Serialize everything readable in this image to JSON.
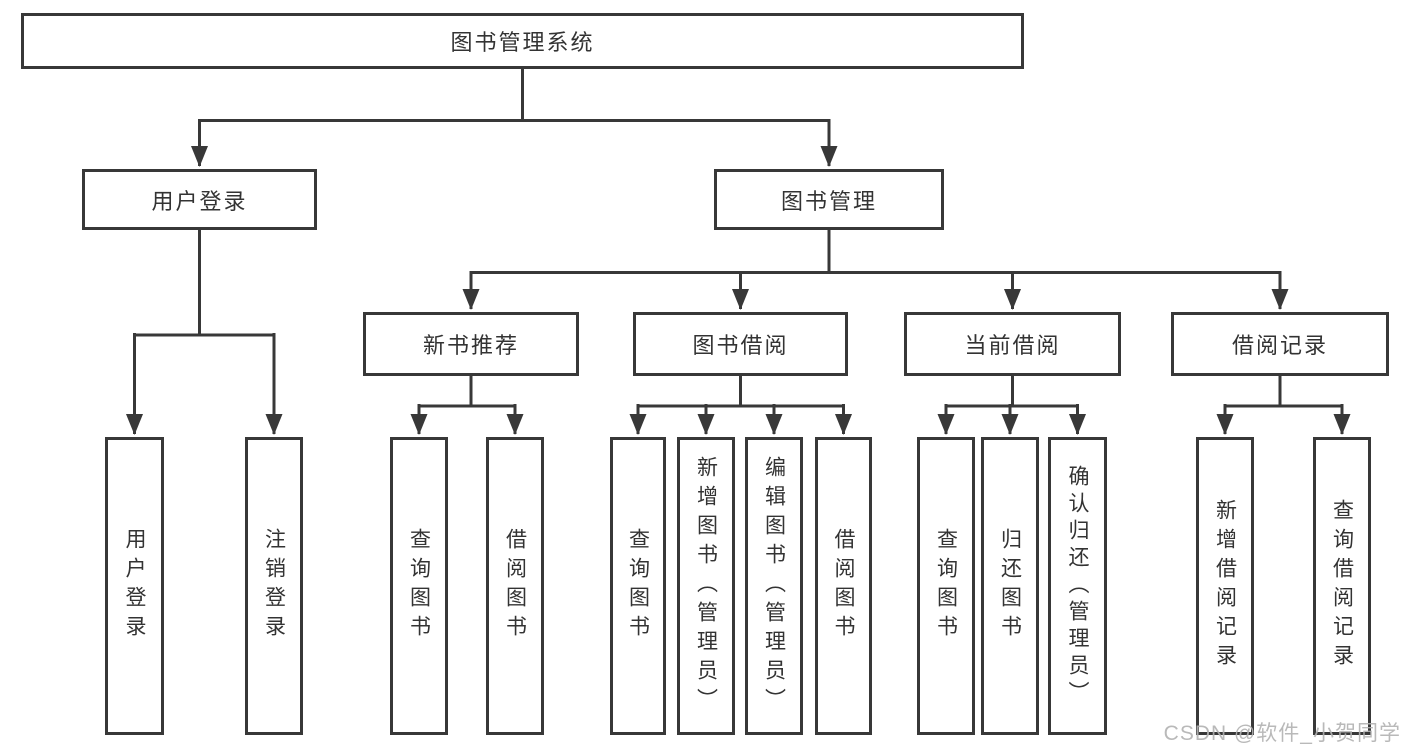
{
  "diagram": {
    "title": "图书管理系统",
    "level2": {
      "login": "用户登录",
      "management": "图书管理"
    },
    "level3": {
      "recommend": "新书推荐",
      "borrow": "图书借阅",
      "current": "当前借阅",
      "records": "借阅记录"
    },
    "leaves": {
      "login": [
        "用户登录",
        "注销登录"
      ],
      "recommend": [
        "查询图书",
        "借阅图书"
      ],
      "borrow": [
        "查询图书",
        "新增图书（管理员）",
        "编辑图书（管理员）",
        "借阅图书"
      ],
      "current": [
        "查询图书",
        "归还图书",
        "确认归还（管理员）"
      ],
      "records": [
        "新增借阅记录",
        "查询借阅记录"
      ]
    }
  },
  "watermark": "CSDN @软件_小贺同学",
  "colors": {
    "line": "#383838",
    "box_border": "#383838",
    "box_fill": "#ffffff",
    "text": "#333333",
    "watermark": "#b2b2b2"
  }
}
